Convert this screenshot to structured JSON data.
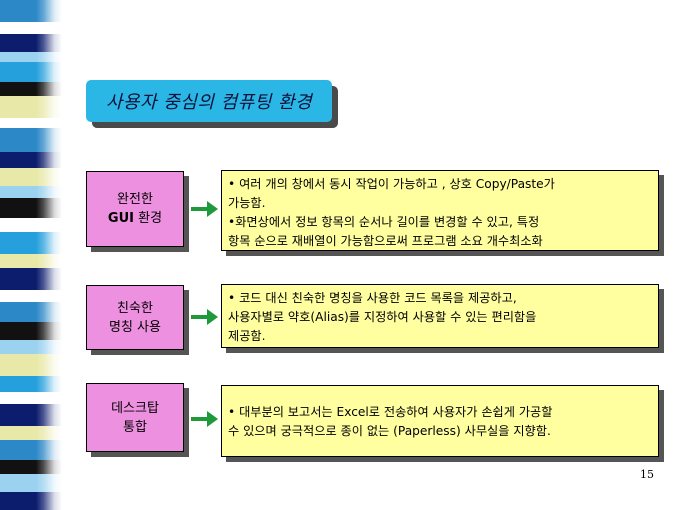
{
  "title": "사용자 중심의 컴퓨팅 환경",
  "rows": [
    {
      "label_line1": "완전한",
      "label_line2_bold": "GUI",
      "label_line2_rest": " 환경",
      "lines": [
        "• 여러 개의 창에서 동시 작업이 가능하고 , 상호 Copy/Paste가",
        "가능함.",
        "•화면상에서 정보 항목의 순서나 길이를 변경할 수 있고, 특정",
        "항목 순으로 재배열이 가능함으로써 프로그램 소요 개수최소화"
      ]
    },
    {
      "label_line1": "친숙한",
      "label_line2_bold": "",
      "label_line2_rest": "명칭 사용",
      "lines": [
        "• 코드 대신 친숙한 명칭을 사용한 코드 목록을 제공하고,",
        "사용자별로 약호(Alias)를 지정하여 사용할 수 있는 편리함을",
        "제공함."
      ]
    },
    {
      "label_line1": "데스크탑",
      "label_line2_bold": "",
      "label_line2_rest": "통합",
      "lines": [
        "• 대부분의 보고서는 Excel로 전송하여 사용자가 손쉽게 가공할",
        "수 있으며 궁극적으로 종이 없는 (Paperless) 사무실을 지향함."
      ]
    }
  ],
  "page_number": "15",
  "colors": {
    "title_bg": "#2ab7e6",
    "label_bg": "#ee90e0",
    "desc_bg": "#ffffa0",
    "arrow": "#1f9a3a"
  }
}
